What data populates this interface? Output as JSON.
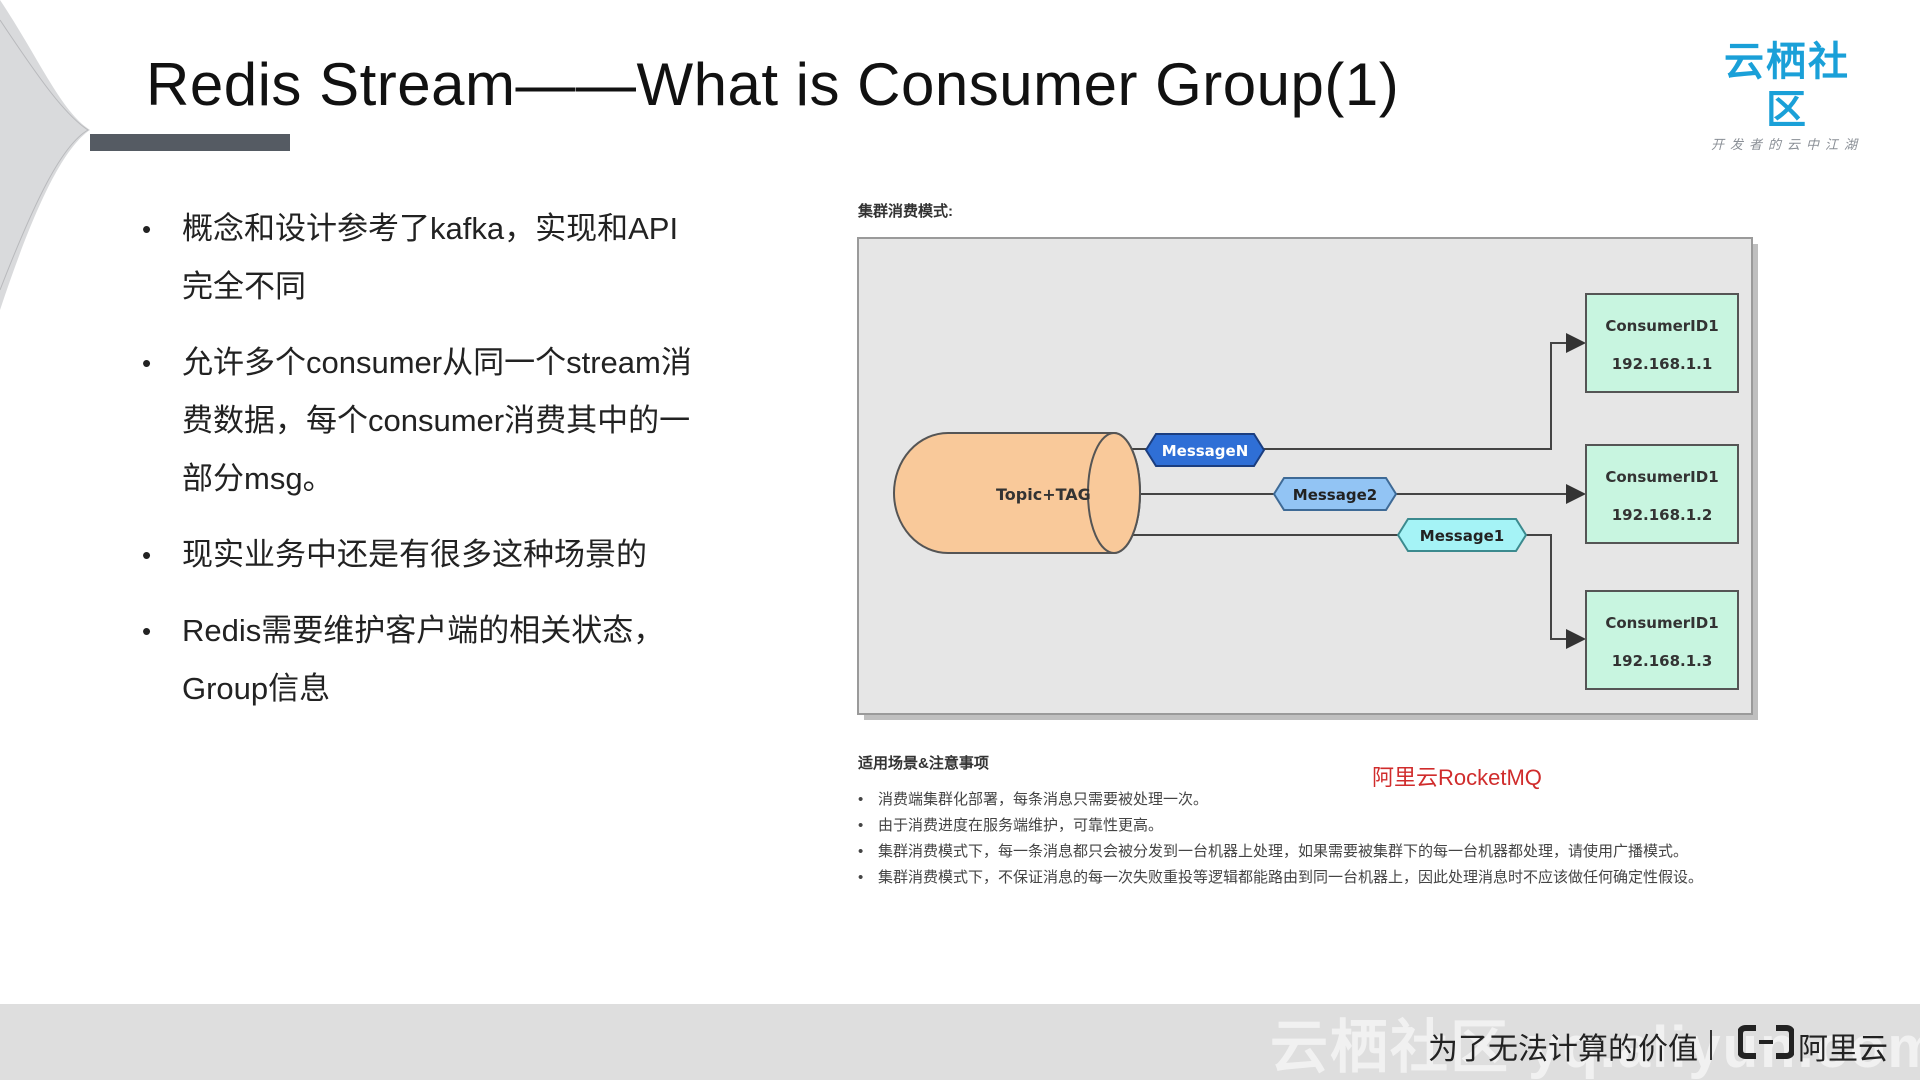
{
  "slide": {
    "title": "Redis Stream——What is Consumer Group(1)",
    "logo": {
      "main": "云栖社区",
      "sub": "开发者的云中江湖"
    },
    "bullets": [
      "概念和设计参考了kafka，实现和API完全不同",
      "允许多个consumer从同一个stream消费数据，每个consumer消费其中的一部分msg。",
      "现实业务中还是有很多这种场景的",
      "Redis需要维护客户端的相关状态，Group信息"
    ]
  },
  "diagram": {
    "caption": "集群消费模式:",
    "source": "Topic+TAG",
    "messages": [
      "MessageN",
      "Message2",
      "Message1"
    ],
    "consumers": [
      {
        "id": "ConsumerID1",
        "ip": "192.168.1.1"
      },
      {
        "id": "ConsumerID1",
        "ip": "192.168.1.2"
      },
      {
        "id": "ConsumerID1",
        "ip": "192.168.1.3"
      }
    ],
    "colors": {
      "cylinder": "#f9c99a",
      "consumer_box": "#c8f5e0",
      "messageN": "#2f6fd6",
      "message2": "#92c4f4",
      "message1": "#a5f3f6",
      "background": "#e6e6e6"
    }
  },
  "notes": {
    "title": "适用场景&注意事项",
    "items": [
      "消费端集群化部署，每条消息只需要被处理一次。",
      "由于消费进度在服务端维护，可靠性更高。",
      "集群消费模式下，每一条消息都只会被分发到一台机器上处理，如果需要被集群下的每一台机器都处理，请使用广播模式。",
      "集群消费模式下，不保证消息的每一次失败重投等逻辑都能路由到同一台机器上，因此处理消息时不应该做任何确定性假设。"
    ],
    "annotation": "阿里云RocketMQ"
  },
  "footer": {
    "watermark": "云栖社区 yq.aliyun.com",
    "slogan": "为了无法计算的价值",
    "brand": "阿里云"
  }
}
